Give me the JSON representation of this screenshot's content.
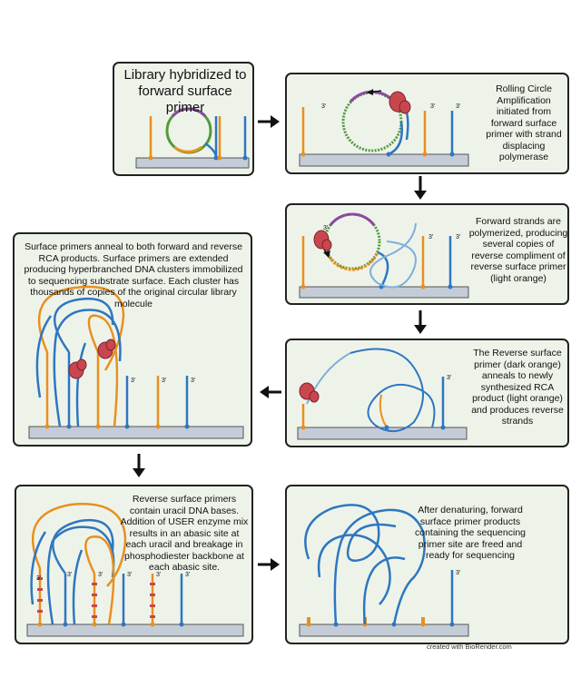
{
  "panels": {
    "p1": {
      "text": "Library hybridized to forward surface primer"
    },
    "p2": {
      "text": "Rolling Circle Amplification initiated from forward surface primer with strand displacing polymerase",
      "labels": [
        "3'",
        "3'",
        "3'"
      ]
    },
    "p3": {
      "text": "Forward strands are polymerized, producing several copies of reverse compliment of reverse surface primer (light orange)",
      "labels": [
        "3'",
        "3'",
        "3'"
      ]
    },
    "p4": {
      "text": "The Reverse surface primer (dark orange) anneals to newly synthesized RCA product (light orange) and produces reverse strands",
      "labels": [
        "3'"
      ]
    },
    "p5": {
      "text": "Surface primers anneal  to both forward and reverse RCA products. Surface primers are extended producing hyperbranched DNA clusters immobilized to sequencing substrate surface. Each cluster has thousands of copies of the original circular library molecule",
      "labels": [
        "3'",
        "3'",
        "3'"
      ]
    },
    "p6": {
      "text": "Reverse surface primers contain uracil DNA bases. Addition of USER enzyme mix results in an abasic site at each uracil and breakage in phosphodiester backbone at each abasic site.",
      "labels": [
        "3'",
        "3'",
        "3'",
        "3'",
        "3'",
        "3'"
      ]
    },
    "p7": {
      "text": "After denaturing, forward surface primer products containing the sequencing primer site are freed and ready for sequencing",
      "labels": [
        "3'"
      ]
    }
  },
  "footer": "created with BioRender.com",
  "colors": {
    "blue_strand": "#2e77c0",
    "light_blue_strand": "#7fb0d8",
    "orange_strand": "#e8901e",
    "green_strand": "#4f9b3a",
    "purple_strand": "#8a4aa0",
    "polymerase": "#c9464e",
    "substrate": "#c4ccd8",
    "panel_bg": "#eef3ea"
  }
}
